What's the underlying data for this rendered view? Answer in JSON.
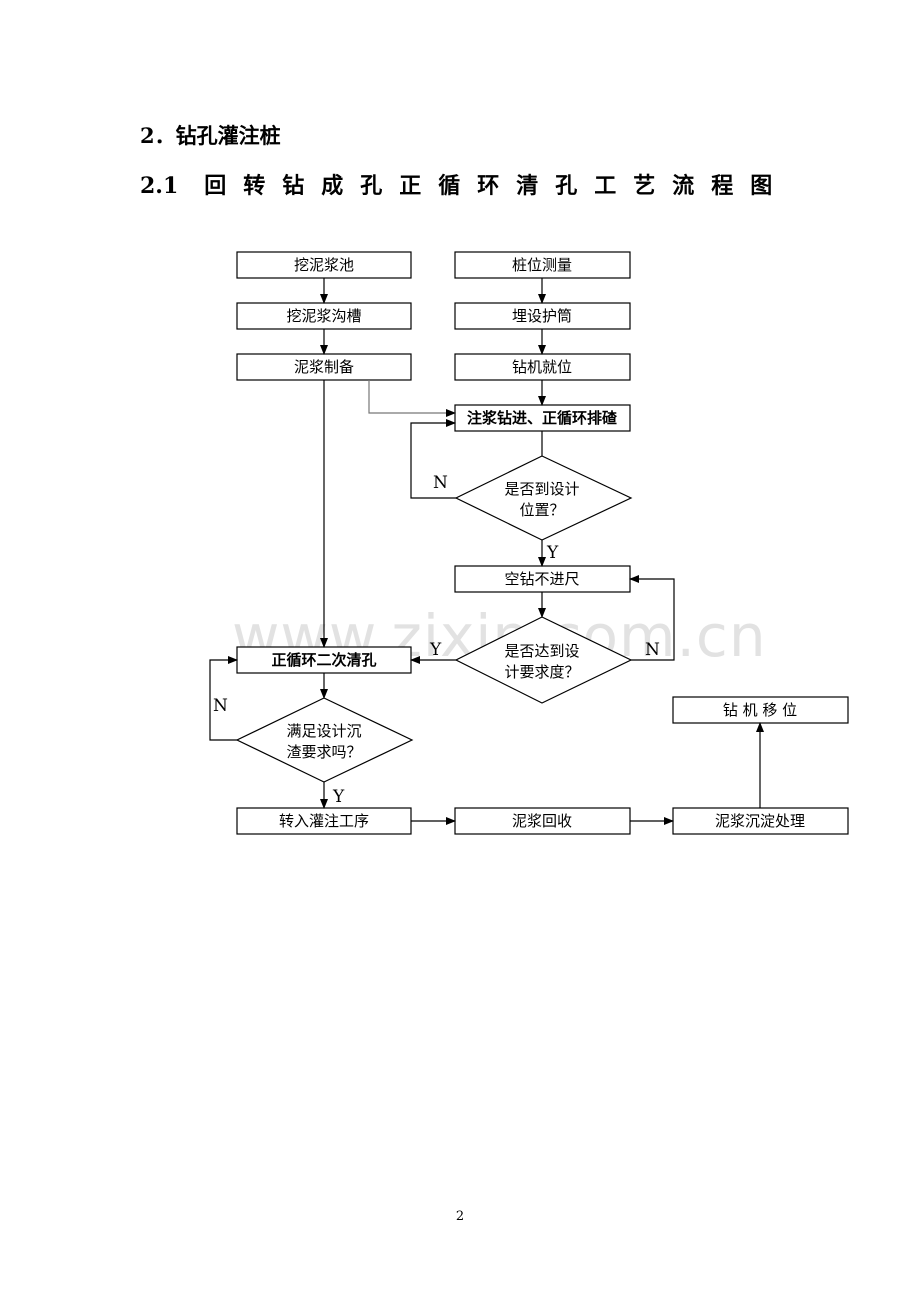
{
  "heading": {
    "section": "2．钻孔灌注桩",
    "subsection_num": "2.1",
    "subsection_chars": [
      "回",
      "转",
      "钻",
      "成",
      "孔",
      "正",
      "循",
      "环",
      "清",
      "孔",
      "工",
      "艺",
      "流",
      "程",
      "图"
    ]
  },
  "watermark": "www.zixin.com.cn",
  "flowchart": {
    "boxes": {
      "dig_mud_pool": "挖泥浆池",
      "dig_mud_trench": "挖泥浆沟槽",
      "mud_prep": "泥浆制备",
      "pile_survey": "桩位测量",
      "bury_casing": "埋设护筒",
      "rig_position": "钻机就位",
      "drill_advance": "注浆钻进、正循环排碴",
      "idle_drill": "空钻不进尺",
      "second_clean": "正循环二次清孔",
      "to_pouring": "转入灌注工序",
      "mud_recovery": "泥浆回收",
      "mud_settle": "泥浆沉淀处理",
      "rig_move": "钻 机 移 位"
    },
    "decisions": {
      "reach_position": [
        "是否到设计",
        "位置？"
      ],
      "reach_depth": [
        "是否达到设",
        "计要求度？"
      ],
      "meet_sediment": [
        "满足设计沉",
        "渣要求吗？"
      ]
    },
    "labels": {
      "yes": "Y",
      "no": "N"
    }
  },
  "page_number": "2"
}
